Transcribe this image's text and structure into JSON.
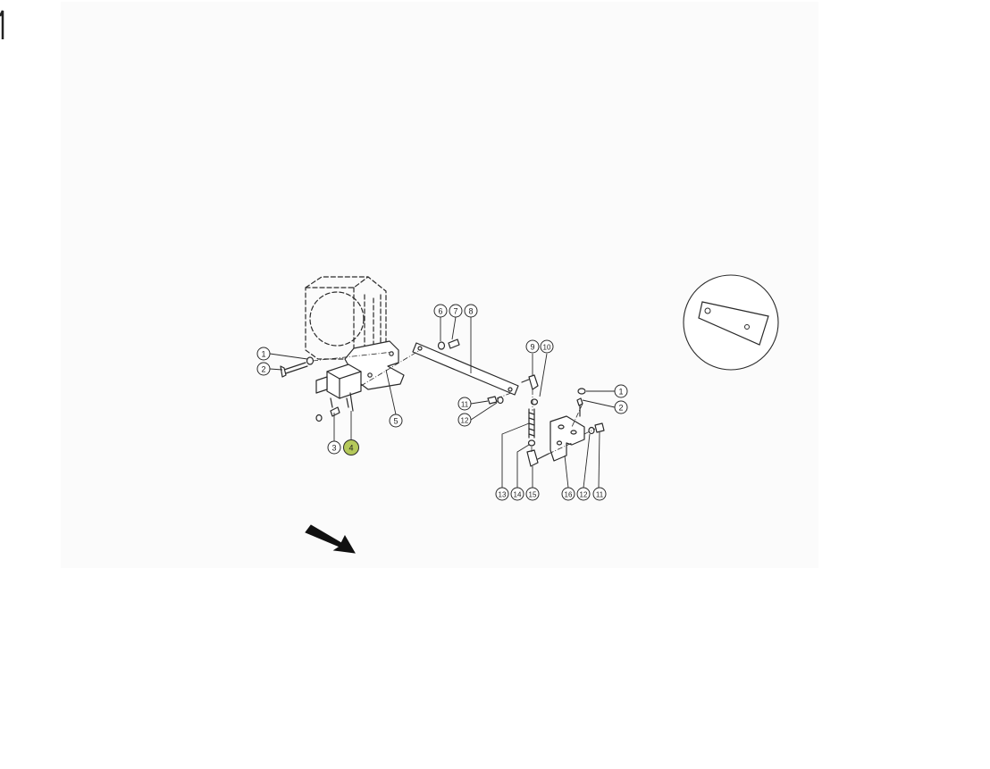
{
  "diagram": {
    "callouts": [
      {
        "id": "c1a",
        "label": "1",
        "highlighted": false
      },
      {
        "id": "c2a",
        "label": "2",
        "highlighted": false
      },
      {
        "id": "c3",
        "label": "3",
        "highlighted": false
      },
      {
        "id": "c4",
        "label": "4",
        "highlighted": true
      },
      {
        "id": "c5",
        "label": "5",
        "highlighted": false
      },
      {
        "id": "c6",
        "label": "6",
        "highlighted": false
      },
      {
        "id": "c7",
        "label": "7",
        "highlighted": false
      },
      {
        "id": "c8",
        "label": "8",
        "highlighted": false
      },
      {
        "id": "c9",
        "label": "9",
        "highlighted": false
      },
      {
        "id": "c10",
        "label": "10",
        "highlighted": false
      },
      {
        "id": "c11a",
        "label": "11",
        "highlighted": false
      },
      {
        "id": "c12a",
        "label": "12",
        "highlighted": false
      },
      {
        "id": "c1b",
        "label": "1",
        "highlighted": false
      },
      {
        "id": "c2b",
        "label": "2",
        "highlighted": false
      },
      {
        "id": "c13",
        "label": "13",
        "highlighted": false
      },
      {
        "id": "c14",
        "label": "14",
        "highlighted": false
      },
      {
        "id": "c15",
        "label": "15",
        "highlighted": false
      },
      {
        "id": "c16",
        "label": "16",
        "highlighted": false
      },
      {
        "id": "c12b",
        "label": "12",
        "highlighted": false
      },
      {
        "id": "c11b",
        "label": "11",
        "highlighted": false
      }
    ],
    "colors": {
      "line": "#2a2a2a",
      "highlight": "#b5c95a",
      "background": "#ffffff",
      "panel": "#fbfbfb"
    }
  }
}
